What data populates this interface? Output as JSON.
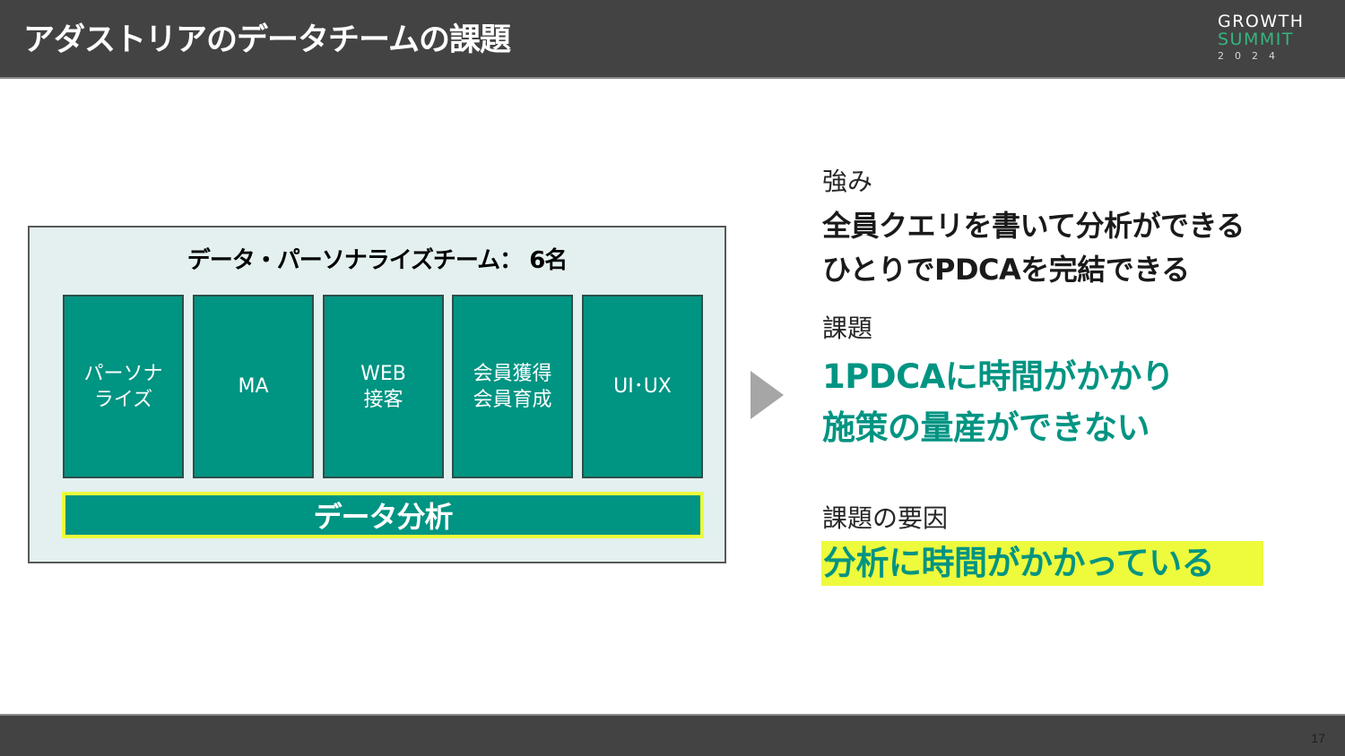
{
  "header": {
    "title": "アダストリアのデータチームの課題",
    "logo": {
      "line1": "GROWTH",
      "line2": "SUMMIT",
      "line3": "2024"
    }
  },
  "team": {
    "title": "データ・パーソナライズチーム：  6名",
    "blocks": [
      {
        "label": "パーソナ\nライズ"
      },
      {
        "label": "MA"
      },
      {
        "label": "WEB\n接客"
      },
      {
        "label": "会員獲得\n会員育成"
      },
      {
        "label": "UI･UX"
      }
    ],
    "foundation": "データ分析"
  },
  "arrow_icon": "triangle-right-icon",
  "findings": {
    "strength": {
      "label": "強み",
      "lines": [
        "全員クエリを書いて分析ができる",
        "ひとりでPDCAを完結できる"
      ]
    },
    "issue": {
      "label": "課題",
      "lines": [
        "1PDCAに時間がかかり",
        "施策の量産ができない"
      ]
    },
    "cause": {
      "label": "課題の要因",
      "text": "分析に時間がかかっている"
    }
  },
  "footer": {
    "page_number": "17"
  },
  "colors": {
    "header_bg": "#434343",
    "teal": "#009482",
    "highlight_yellow": "#eefa3c",
    "box_bg": "#e3f0ef",
    "logo_green": "#35b57f",
    "arrow_gray": "#a6a6a6"
  }
}
